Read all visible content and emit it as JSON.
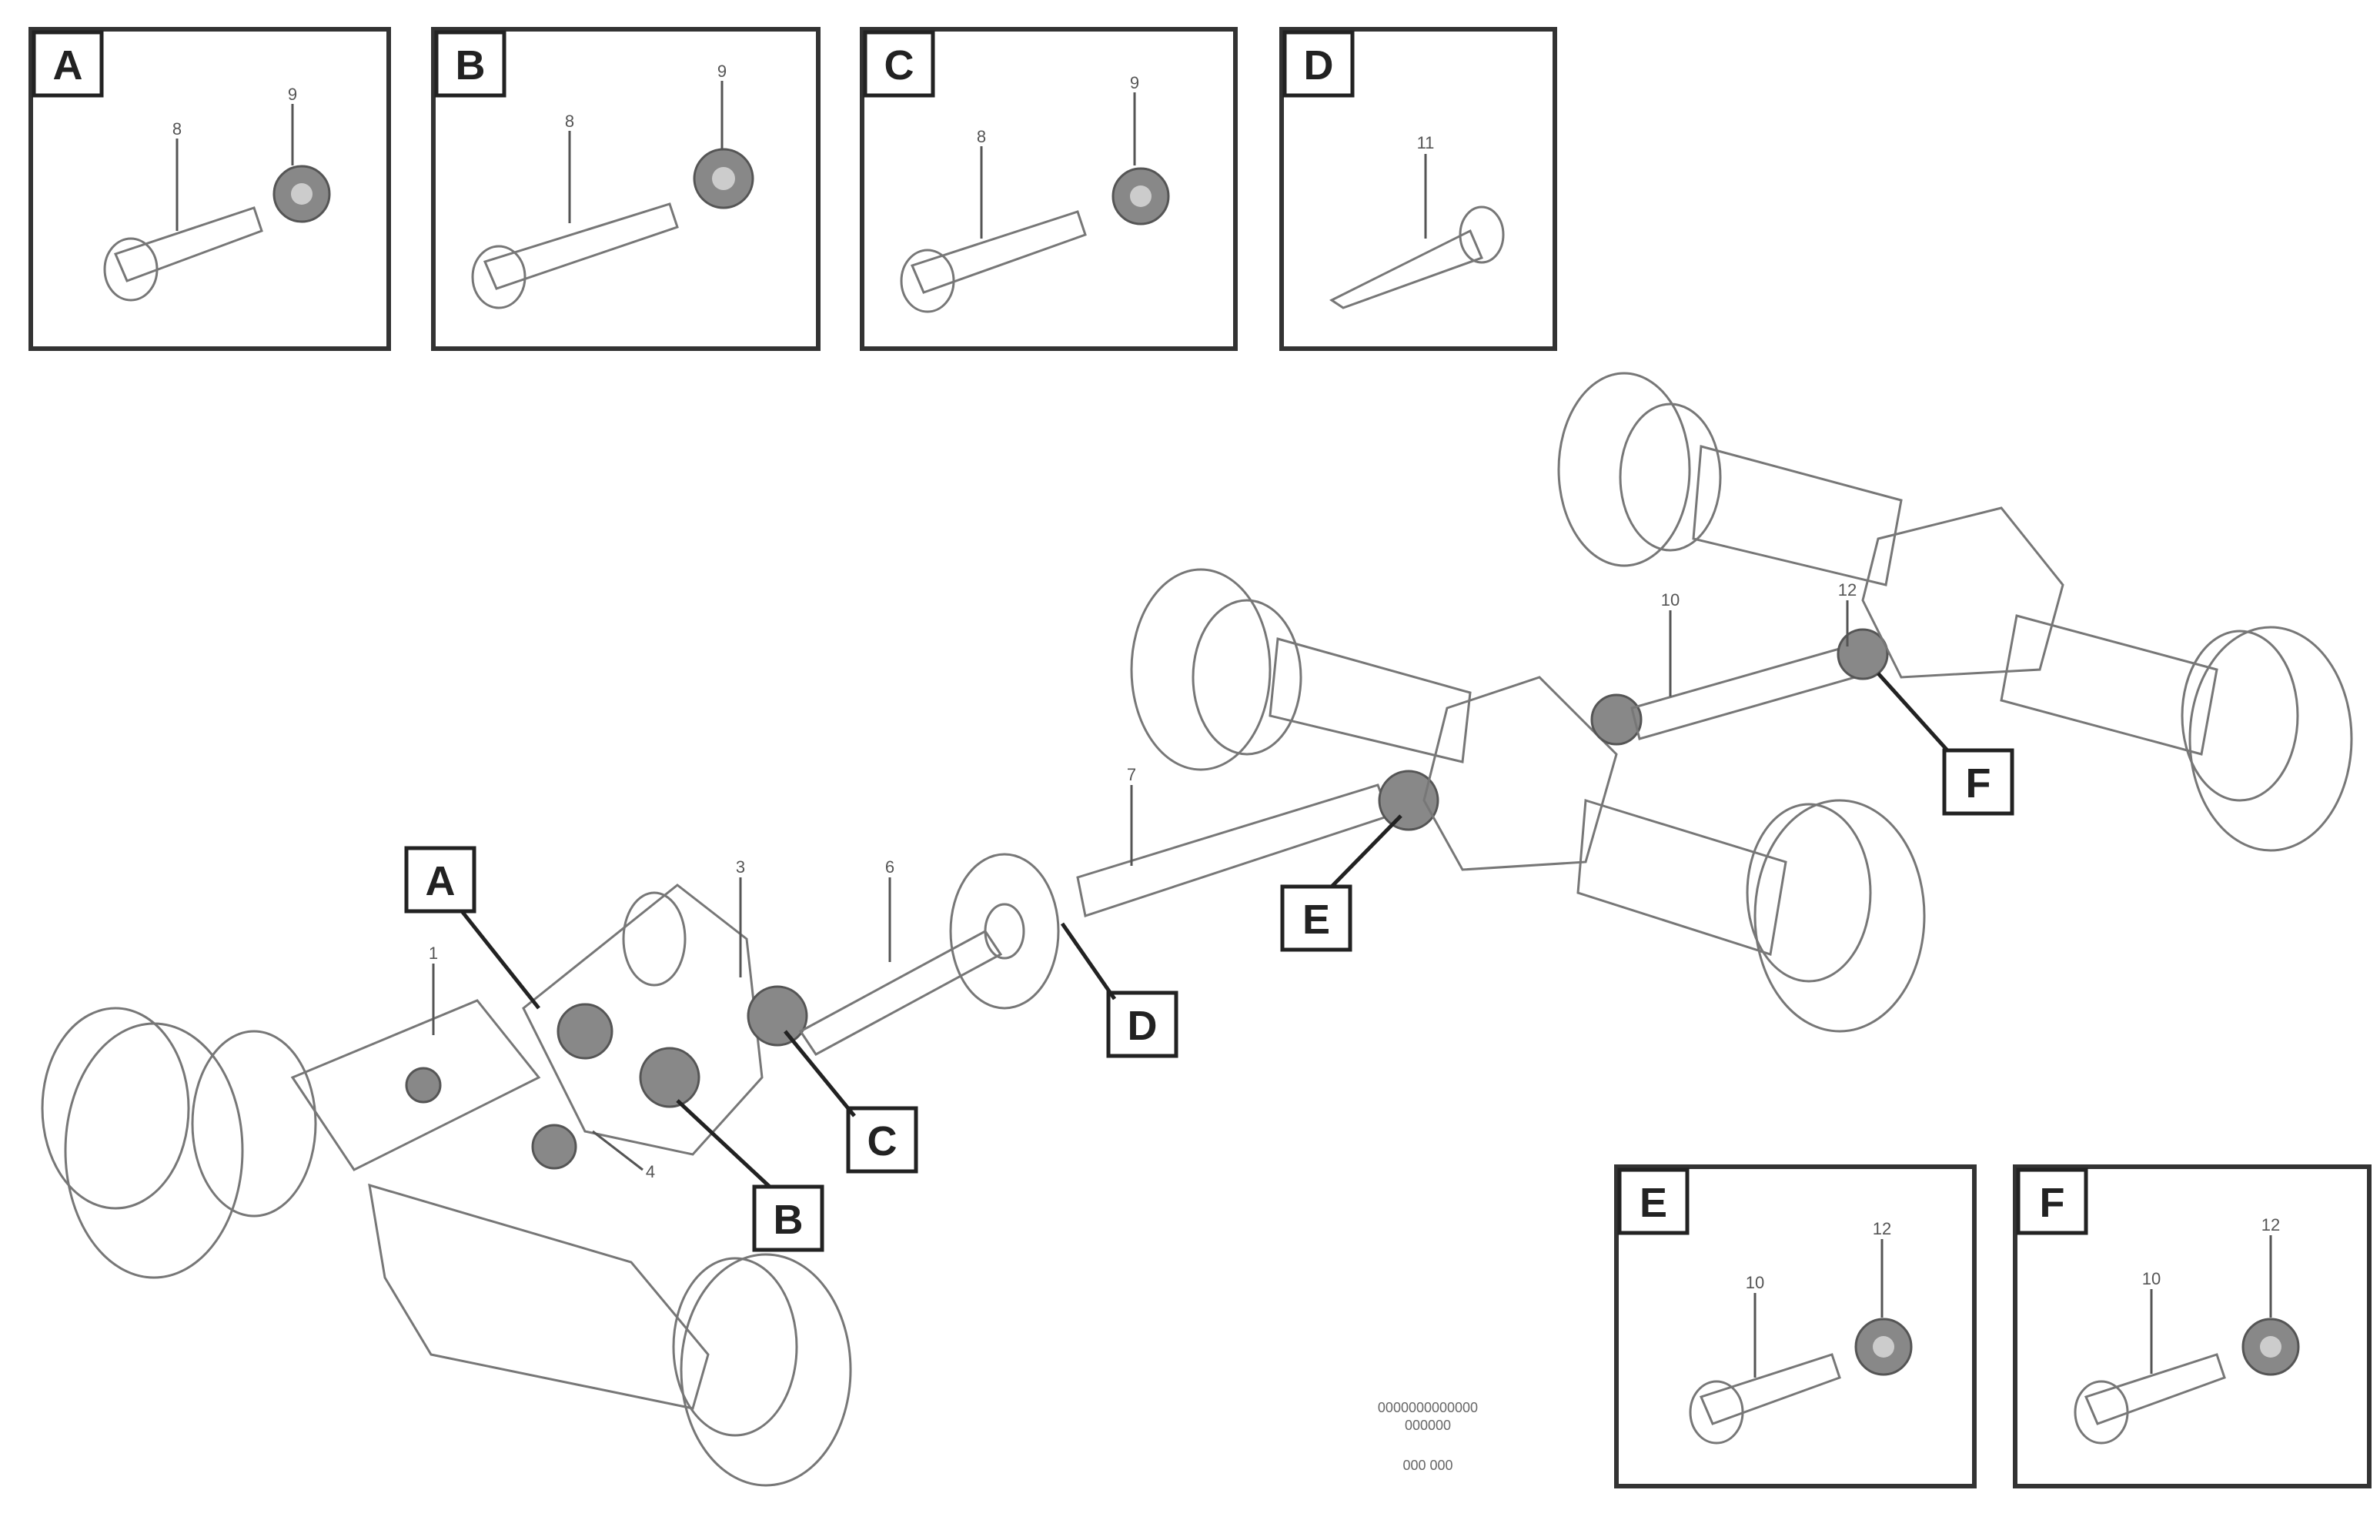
{
  "detail_views": [
    {
      "letter": "A",
      "callouts": [
        "8",
        "9"
      ]
    },
    {
      "letter": "B",
      "callouts": [
        "8",
        "9"
      ]
    },
    {
      "letter": "C",
      "callouts": [
        "8",
        "9"
      ]
    },
    {
      "letter": "D",
      "callouts": [
        "11"
      ]
    },
    {
      "letter": "E",
      "callouts": [
        "10",
        "12"
      ]
    },
    {
      "letter": "F",
      "callouts": [
        "10",
        "12"
      ]
    }
  ],
  "main_labels": [
    "A",
    "B",
    "C",
    "D",
    "E",
    "F"
  ],
  "main_callouts": [
    "1",
    "3",
    "4",
    "6",
    "7",
    "10",
    "12"
  ],
  "footer": {
    "line1": "0000000000000",
    "line2": "000000",
    "line3": "000 000"
  }
}
